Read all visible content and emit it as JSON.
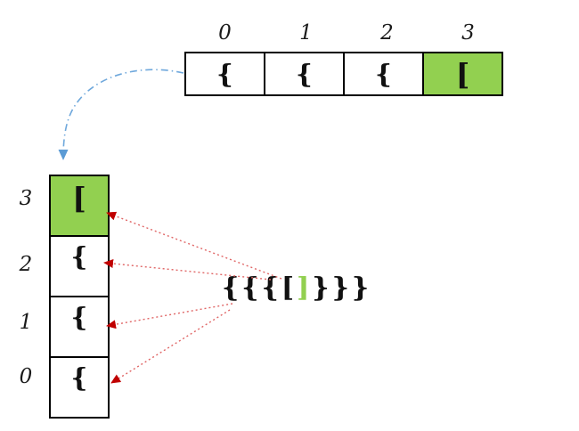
{
  "top_array": {
    "indices": [
      "0",
      "1",
      "2",
      "3"
    ],
    "cells": [
      {
        "char": "{",
        "state": "normal"
      },
      {
        "char": "{",
        "state": "normal"
      },
      {
        "char": "{",
        "state": "normal"
      },
      {
        "char": "[",
        "state": "highlighted"
      }
    ]
  },
  "stack": {
    "labels": [
      "3",
      "2",
      "1",
      "0"
    ],
    "cells": [
      {
        "char": "[",
        "state": "highlighted"
      },
      {
        "char": "{",
        "state": "normal"
      },
      {
        "char": "{",
        "state": "normal"
      },
      {
        "char": "{",
        "state": "normal"
      }
    ]
  },
  "expression": {
    "chars": [
      {
        "char": "{",
        "state": "normal"
      },
      {
        "char": "{",
        "state": "normal"
      },
      {
        "char": "{",
        "state": "normal"
      },
      {
        "char": "[",
        "state": "normal"
      },
      {
        "char": "]",
        "state": "matched"
      },
      {
        "char": "}",
        "state": "normal"
      },
      {
        "char": "}",
        "state": "normal"
      },
      {
        "char": "}",
        "state": "normal"
      }
    ]
  },
  "colors": {
    "highlight_green": "#92D050",
    "matched_green": "#92D050",
    "blue_arrow_line": "#6FA8DC",
    "blue_arrow_head": "#5B9BD5",
    "red_arrow_line": "#E06666",
    "red_arrow_head": "#C00000"
  }
}
